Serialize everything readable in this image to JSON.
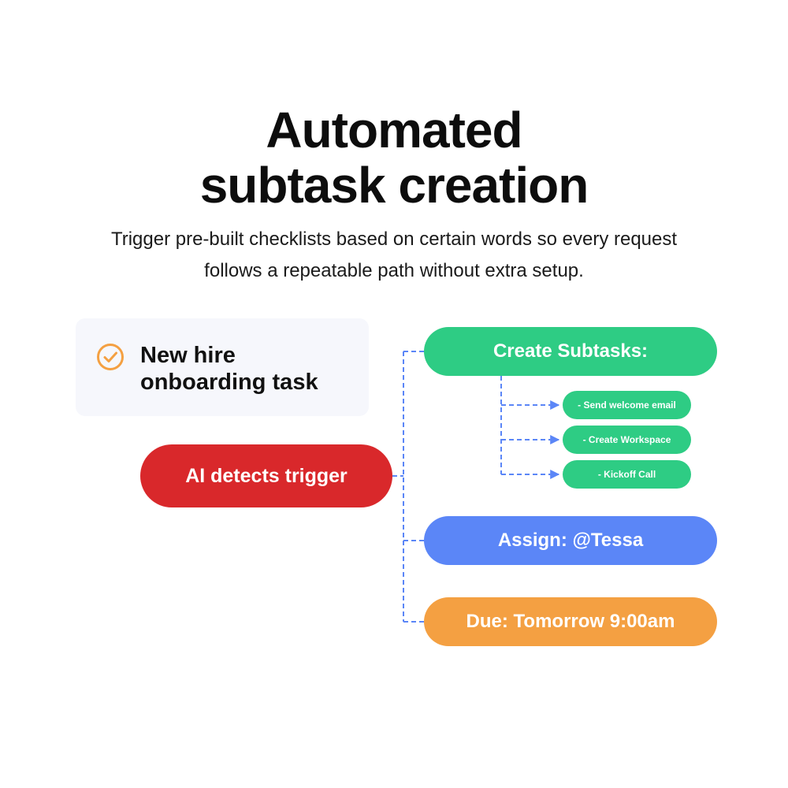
{
  "title": {
    "line1": "Automated",
    "line2": "subtask creation"
  },
  "subtitle": "Trigger pre-built checklists based on certain words so every request follows a repeatable path without extra setup.",
  "task_card": {
    "icon": "check-circle-icon",
    "line1": "New hire",
    "line2": "onboarding task"
  },
  "trigger": {
    "label": "AI detects trigger"
  },
  "actions": {
    "create": "Create Subtasks:",
    "subtasks": [
      "- Send welcome email",
      "- Create Workspace",
      "- Kickoff Call"
    ],
    "assign": "Assign: @Tessa",
    "due": "Due: Tomorrow 9:00am"
  },
  "colors": {
    "trigger": "#d9282b",
    "create": "#2ecc84",
    "assign": "#5b86f7",
    "due": "#f4a042",
    "connector": "#5b86f7",
    "check": "#f4a042",
    "card_bg": "#f6f7fc"
  }
}
